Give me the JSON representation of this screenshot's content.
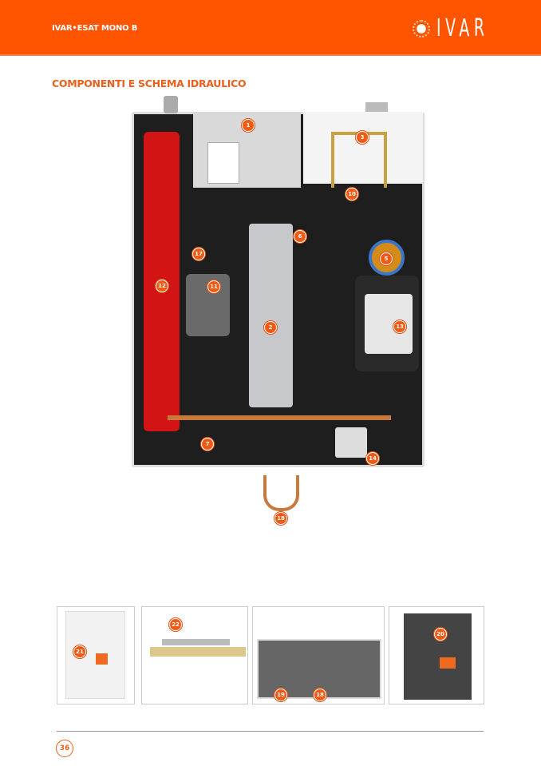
{
  "header": {
    "doc_title": "IVAR•ESAT MONO B",
    "logo_text": "IVAR"
  },
  "section_title": "COMPONENTI E SCHEMA IDRAULICO",
  "diagram": {
    "callouts": [
      "1",
      "3",
      "10",
      "6",
      "17",
      "5",
      "12",
      "11",
      "2",
      "13",
      "7",
      "14",
      "18"
    ]
  },
  "panels": {
    "callouts": [
      "21",
      "22",
      "19",
      "18",
      "20"
    ]
  },
  "footer": {
    "page_number": "36"
  },
  "colors": {
    "brand": "#ff5400",
    "title": "#e8601c"
  }
}
